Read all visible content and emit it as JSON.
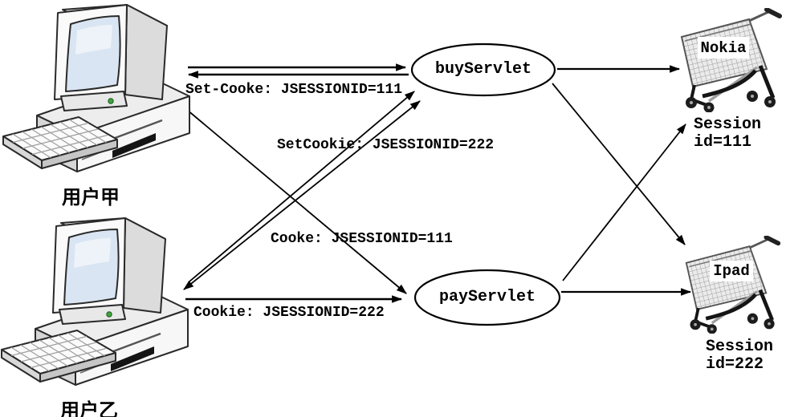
{
  "diagram": {
    "users": [
      {
        "id": "user_a",
        "label": "用户甲"
      },
      {
        "id": "user_b",
        "label": "用户乙"
      }
    ],
    "servlets": [
      {
        "id": "buy_servlet",
        "label": "buyServlet"
      },
      {
        "id": "pay_servlet",
        "label": "payServlet"
      }
    ],
    "carts": [
      {
        "id": "cart_nokia",
        "product": "Nokia",
        "session": "Session\nid=111"
      },
      {
        "id": "cart_ipad",
        "product": "Ipad",
        "session": "Session\nid=222"
      }
    ],
    "messages": {
      "set_cooke_111": "Set-Cooke: JSESSIONID=111",
      "set_cookie_222": "SetCookie: JSESSIONID=222",
      "cooke_111": "Cooke: JSESSIONID=111",
      "cookie_222": "Cookie: JSESSIONID=222"
    },
    "colors": {
      "line": "#000000",
      "background": "#ffffff",
      "screen": "#d9e5f2",
      "led_green": "#3fa53f"
    }
  }
}
